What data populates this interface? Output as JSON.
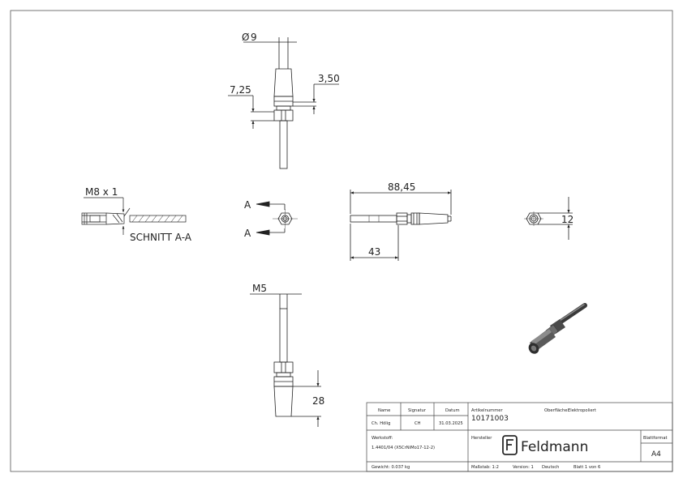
{
  "drawing": {
    "dimensions": {
      "diameter": "9",
      "length_725": "7,25",
      "length_350": "3,50",
      "thread": "M8 x 1",
      "section": "SCHNITT A-A",
      "section_marker": "A",
      "overall_length": "88,45",
      "partial_length": "43",
      "hex_width": "12",
      "thread_m5": "M5",
      "length_28": "28"
    }
  },
  "title_block": {
    "headers": {
      "name": "Name",
      "signature": "Signatur",
      "date": "Datum"
    },
    "row": {
      "name": "Ch. Hölig",
      "signature": "CH",
      "date": "31.03.2025"
    },
    "article_label": "Artikelnummer",
    "article_number": "10171003",
    "surface_label": "Oberfläche:",
    "surface_value": "Elektropoliert",
    "material_label": "Werkstoff:",
    "material_value": "1.4401/04 (X5CrNiMo17-12-2)",
    "manufacturer_label": "Hersteller",
    "logo_text": "Feldmann",
    "format_label": "Blattformat",
    "format_value": "A4",
    "weight": "Gewicht: 0.037 kg",
    "scale": "Maßstab: 1:2",
    "version": "Version: 1",
    "language": "Deutsch",
    "sheet": "Blatt 1 von 6"
  }
}
